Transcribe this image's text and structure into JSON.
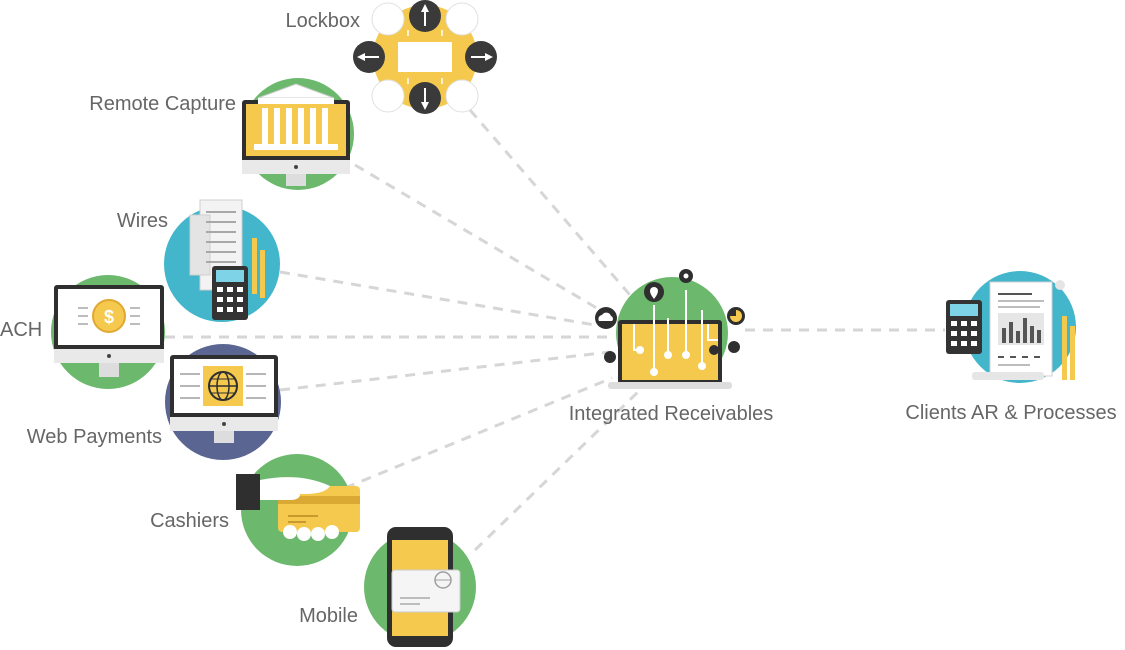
{
  "labels": {
    "lockbox": "Lockbox",
    "remote_capture": "Remote Capture",
    "wires": "Wires",
    "ach": "ACH",
    "web_payments": "Web Payments",
    "cashiers": "Cashiers",
    "mobile": "Mobile",
    "hub": "Integrated Receivables",
    "clients": "Clients AR & Processes"
  },
  "colors": {
    "green": "#6cb96e",
    "teal": "#43b6cc",
    "navy": "#5a6591",
    "yellow": "#f5c94e",
    "dark": "#2f2f2f",
    "connector": "#d6d6d6",
    "text": "#666666"
  },
  "icons": [
    "vault-icon",
    "bank-monitor-icon",
    "receipt-calculator-icon",
    "dollar-monitor-icon",
    "globe-monitor-icon",
    "card-hand-icon",
    "smartphone-card-icon",
    "laptop-network-icon",
    "document-chart-icon"
  ]
}
